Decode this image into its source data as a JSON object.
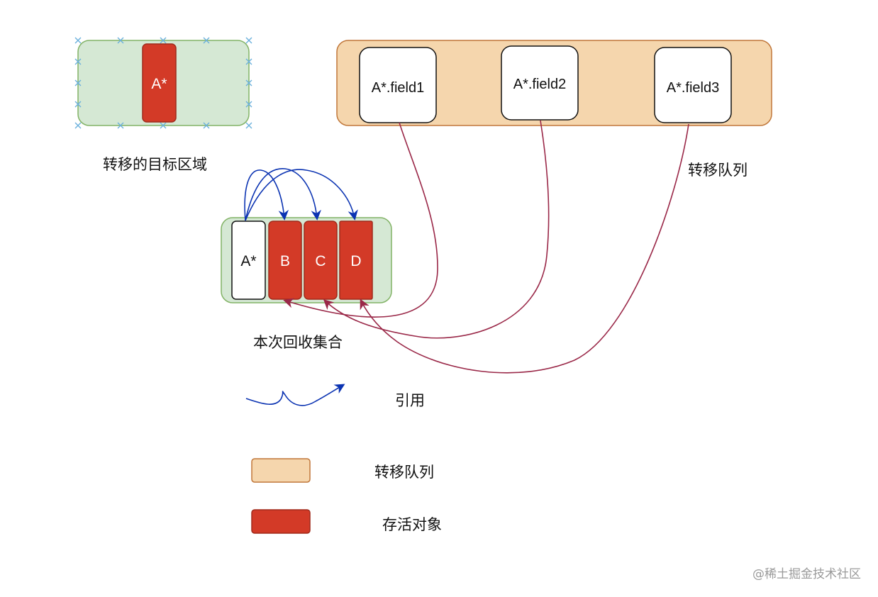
{
  "target_region": {
    "label": "转移的目标区域",
    "object": "A*",
    "colors": {
      "fill": "#d5e8d4",
      "stroke": "#82b366",
      "cross": "#6ab0dc"
    }
  },
  "transfer_queue": {
    "label": "转移队列",
    "fields": [
      "A*.field1",
      "A*.field2",
      "A*.field3"
    ],
    "colors": {
      "fill": "#f5d6ad",
      "stroke": "#c0773a"
    }
  },
  "collection_set": {
    "label": "本次回收集合",
    "forwarded_object": "A*",
    "live_objects": [
      "B",
      "C",
      "D"
    ]
  },
  "legend": {
    "reference_label": "引用",
    "queue_label": "转移队列",
    "live_label": "存活对象"
  },
  "colors": {
    "live_object": "#d33a27",
    "live_object_stroke": "#a02b1c",
    "reference_arrow": "#0b33b2",
    "queue_arrow": "#9a2848"
  },
  "watermark": "@稀土掘金技术社区"
}
